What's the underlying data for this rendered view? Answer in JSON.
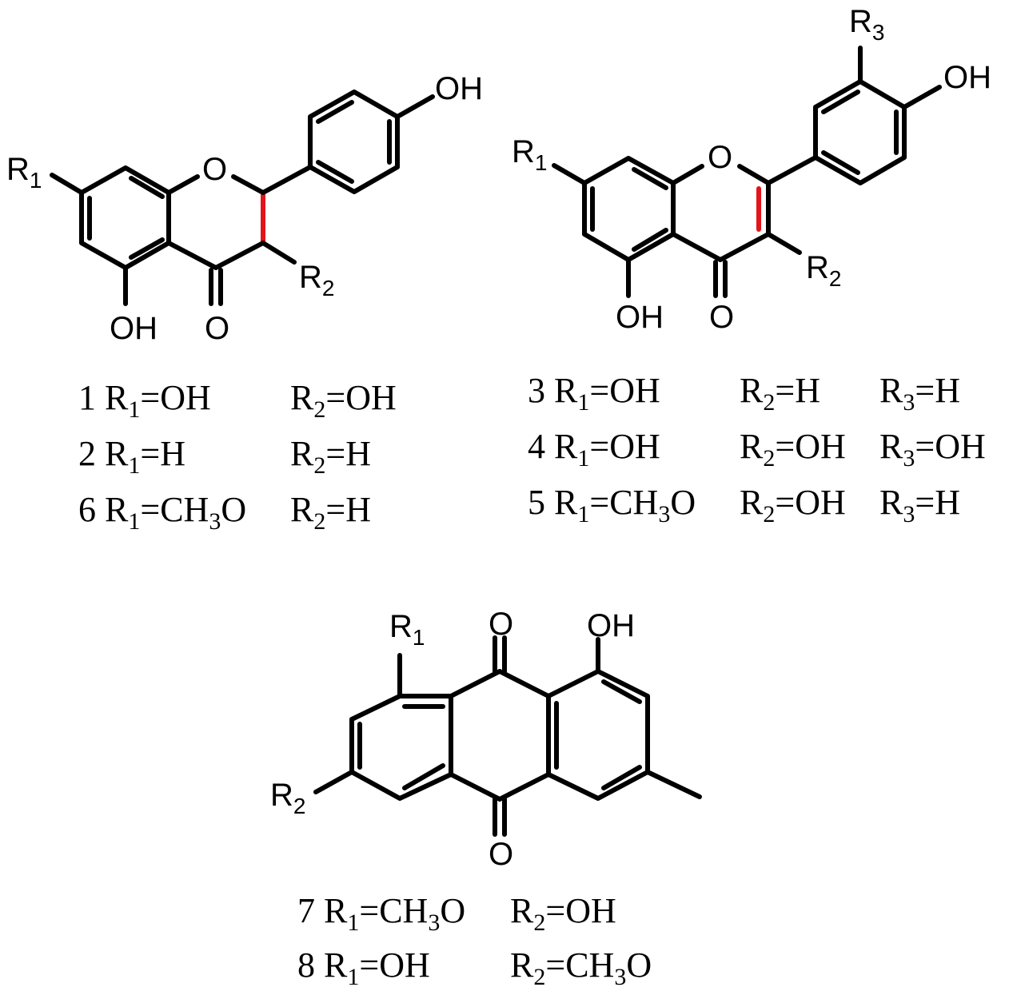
{
  "structures": [
    {
      "id": "flavanone",
      "atom_labels": {
        "R1": "R",
        "R1_sub": "1",
        "O_ring": "O",
        "OH_top": "OH",
        "OH_bottom": "OH",
        "O_carbonyl": "O",
        "R2": "R",
        "R2_sub": "2"
      },
      "compounds": [
        {
          "num": "1",
          "r1": "OH",
          "r2": "OH"
        },
        {
          "num": "2",
          "r1": "H",
          "r2": "H"
        },
        {
          "num": "6",
          "r1": "CH",
          "r1_sub": "3",
          "r1_tail": "O",
          "r2": "H"
        }
      ]
    },
    {
      "id": "flavone",
      "atom_labels": {
        "R1": "R",
        "R1_sub": "1",
        "O_ring": "O",
        "OH_top": "OH",
        "R3": "R",
        "R3_sub": "3",
        "OH_bottom": "OH",
        "O_carbonyl": "O",
        "R2": "R",
        "R2_sub": "2"
      },
      "compounds": [
        {
          "num": "3",
          "r1": "OH",
          "r2": "H",
          "r3": "H"
        },
        {
          "num": "4",
          "r1": "OH",
          "r2": "OH",
          "r3": "OH"
        },
        {
          "num": "5",
          "r1": "CH",
          "r1_sub": "3",
          "r1_tail": "O",
          "r2": "OH",
          "r3": "H"
        }
      ]
    },
    {
      "id": "anthraquinone",
      "atom_labels": {
        "R1": "R",
        "R1_sub": "1",
        "O_top": "O",
        "OH": "OH",
        "R2": "R",
        "R2_sub": "2",
        "O_bottom": "O"
      },
      "compounds": [
        {
          "num": "7",
          "r1": "CH",
          "r1_sub": "3",
          "r1_tail": "O",
          "r2": "OH"
        },
        {
          "num": "8",
          "r1": "OH",
          "r2": "CH",
          "r2_sub": "3",
          "r2_tail": "O"
        }
      ]
    }
  ],
  "caption_tokens": {
    "R": "R",
    "eq": "=",
    "sub1": "1",
    "sub2": "2",
    "sub3": "3"
  },
  "colors": {
    "bond": "#000000",
    "highlight_bond": "#e3141b"
  }
}
